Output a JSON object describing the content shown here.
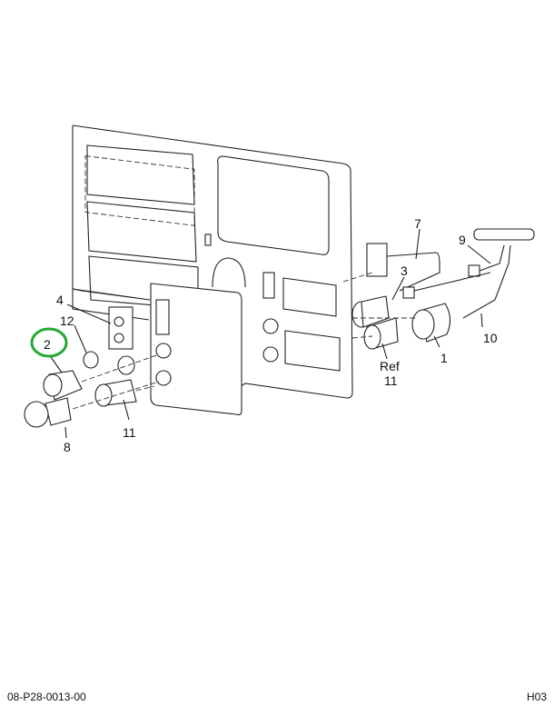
{
  "diagram": {
    "callouts": {
      "c1": "1",
      "c2": "2",
      "c3": "3",
      "c4": "4",
      "c7": "7",
      "c8": "8",
      "c9": "9",
      "c10": "10",
      "c11": "11",
      "c12": "12",
      "ref": "Ref",
      "ref11": "11"
    },
    "highlight_color": "#22aa33"
  },
  "footer": {
    "drawing_number": "08-P28-0013-00",
    "sheet_code": "H03"
  }
}
